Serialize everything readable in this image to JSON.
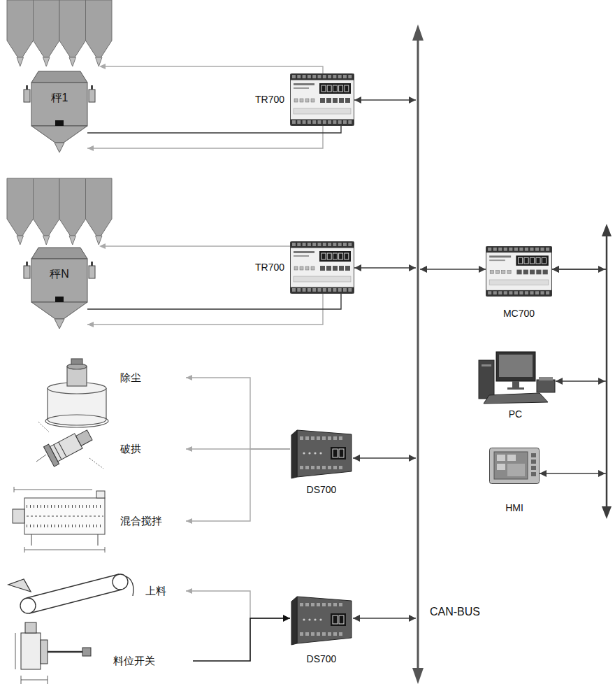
{
  "diagram": {
    "nodes": [
      {
        "text": [
          "秤1"
        ]
      },
      {
        "text": [
          "TR700"
        ]
      },
      {
        "text": [
          "秤N"
        ]
      },
      {
        "text": [
          "TR700"
        ]
      },
      {
        "text": [
          "CAN-BUS"
        ]
      },
      {
        "text": [
          "MC700"
        ]
      },
      {
        "text": [
          "PC"
        ]
      },
      {
        "text": [
          "HMI"
        ]
      },
      {
        "text": [
          "除尘"
        ]
      },
      {
        "text": [
          "破拱"
        ]
      },
      {
        "text": [
          "混合搅拌"
        ]
      },
      {
        "text": [
          "DS700"
        ]
      },
      {
        "text": [
          "上料"
        ]
      },
      {
        "text": [
          "料位开关"
        ]
      },
      {
        "text": [
          "DS700"
        ]
      }
    ],
    "edges": [
      {
        "from": 1,
        "to": 0,
        "arrow": "to"
      },
      {
        "from": 0,
        "to": 1,
        "arrow": "none"
      },
      {
        "from": 1,
        "to": 4,
        "arrow": "both"
      },
      {
        "from": 3,
        "to": 2,
        "arrow": "to"
      },
      {
        "from": 2,
        "to": 3,
        "arrow": "none"
      },
      {
        "from": 3,
        "to": 4,
        "arrow": "both"
      },
      {
        "from": 4,
        "to": 5,
        "arrow": "both"
      },
      {
        "from": 5,
        "to": 6,
        "arrow": "both"
      },
      {
        "from": 5,
        "to": 7,
        "arrow": "both"
      },
      {
        "from": 11,
        "to": 8,
        "arrow": "to"
      },
      {
        "from": 11,
        "to": 9,
        "arrow": "to"
      },
      {
        "from": 11,
        "to": 10,
        "arrow": "to"
      },
      {
        "from": 11,
        "to": 4,
        "arrow": "both"
      },
      {
        "from": 14,
        "to": 12,
        "arrow": "to"
      },
      {
        "from": 13,
        "to": 14,
        "arrow": "to"
      },
      {
        "from": 14,
        "to": 4,
        "arrow": "both"
      }
    ]
  }
}
